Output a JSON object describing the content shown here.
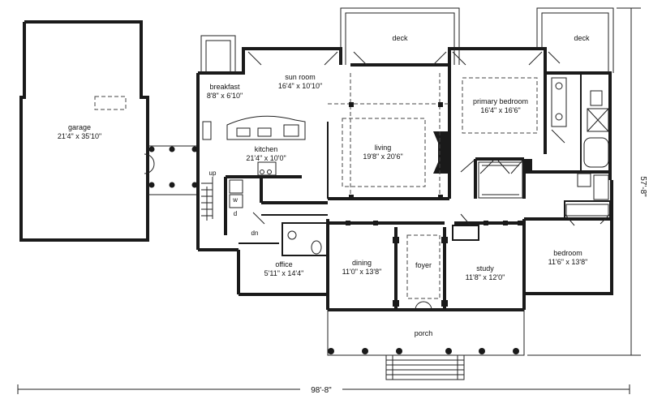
{
  "rooms": {
    "garage": {
      "name": "garage",
      "size": "21'4\" x 35'10\""
    },
    "breakfast": {
      "name": "breakfast",
      "size": "8'8\" x 6'10\""
    },
    "sun_room": {
      "name": "sun room",
      "size": "16'4\" x 10'10\""
    },
    "deck_left": {
      "name": "deck"
    },
    "deck_right": {
      "name": "deck"
    },
    "primary_bedroom": {
      "name": "primary bedroom",
      "size": "16'4\" x 16'6\""
    },
    "kitchen": {
      "name": "kitchen",
      "size": "21'4\" x 10'0\""
    },
    "living": {
      "name": "living",
      "size": "19'8\" x 20'6\""
    },
    "office": {
      "name": "office",
      "size": "5'11\" x 14'4\""
    },
    "dining": {
      "name": "dining",
      "size": "11'0\" x 13'8\""
    },
    "foyer": {
      "name": "foyer"
    },
    "study": {
      "name": "study",
      "size": "11'8\" x 12'0\""
    },
    "bedroom": {
      "name": "bedroom",
      "size": "11'6\" x 13'8\""
    },
    "porch": {
      "name": "porch"
    }
  },
  "markers": {
    "up": "up",
    "washer": "w",
    "dryer": "d",
    "down": "dn"
  },
  "dimensions": {
    "width": "98'-8\"",
    "depth": "57'-8\""
  }
}
